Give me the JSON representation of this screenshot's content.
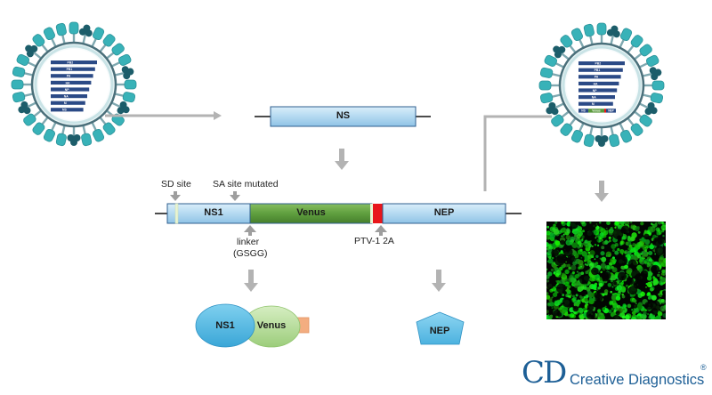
{
  "ns_gene": {
    "label": "NS"
  },
  "virus_left": {
    "segments": [
      "PB2",
      "PB1",
      "PA",
      "HA",
      "NP",
      "NA",
      "M",
      "NS"
    ]
  },
  "virus_right": {
    "segments": [
      "PB2",
      "PB1",
      "PA",
      "HA",
      "NP",
      "NA",
      "M"
    ],
    "ns_segment": {
      "ns1": "NS",
      "venus": "Venus",
      "nep": "NEP"
    }
  },
  "construct": {
    "ns1": "NS1",
    "venus": "Venus",
    "nep": "NEP"
  },
  "annotations": {
    "sd_site": "SD site",
    "sa_site": "SA site mutated",
    "linker_1": "linker",
    "linker_2": "(GSGG)",
    "ptv": "PTV-1 2A"
  },
  "products": {
    "ns1": "NS1",
    "venus": "Venus",
    "nep": "NEP"
  },
  "logo": {
    "cd": "CD",
    "name": "Creative Diagnostics",
    "reg": "®"
  },
  "colors": {
    "teal": "#38b2b8",
    "dark_teal": "#1c5d6a",
    "segment_blue": "#2b4a86",
    "gene_blue": "#b8dcf2",
    "venus_green": "#5a9a3c",
    "ptv_red": "#e8161b",
    "arrow_gray": "#b3b3b3",
    "logo_blue": "#1d5f96"
  }
}
